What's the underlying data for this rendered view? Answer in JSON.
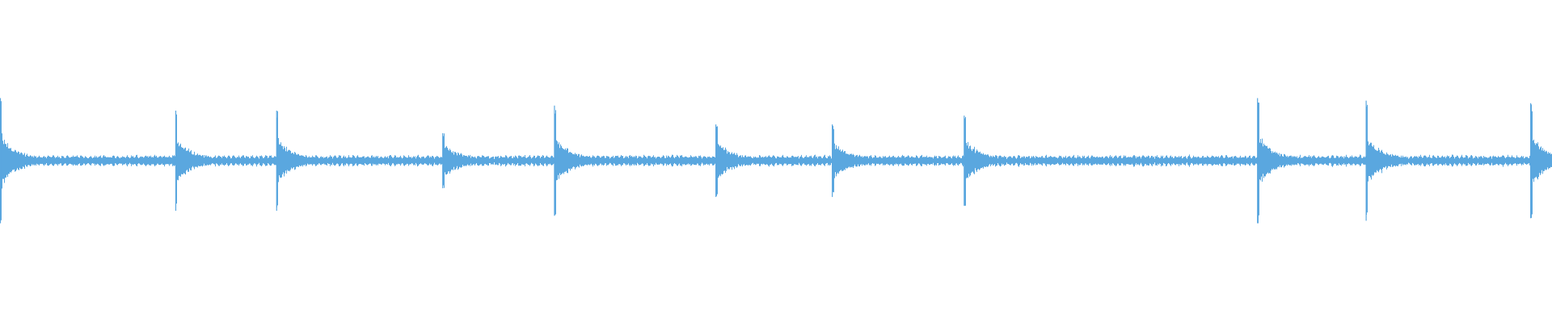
{
  "waveform": {
    "color": "#5aa7df",
    "background": "#ffffff",
    "baseline_amplitude": 0.05,
    "transients": [
      {
        "t": 0.0,
        "peak": 0.5
      },
      {
        "t": 0.113,
        "peak": 0.4
      },
      {
        "t": 0.178,
        "peak": 0.4
      },
      {
        "t": 0.285,
        "peak": 0.22
      },
      {
        "t": 0.357,
        "peak": 0.44
      },
      {
        "t": 0.461,
        "peak": 0.29
      },
      {
        "t": 0.536,
        "peak": 0.29
      },
      {
        "t": 0.621,
        "peak": 0.36
      },
      {
        "t": 0.81,
        "peak": 0.5
      },
      {
        "t": 0.88,
        "peak": 0.48
      },
      {
        "t": 0.986,
        "peak": 0.46
      }
    ]
  }
}
